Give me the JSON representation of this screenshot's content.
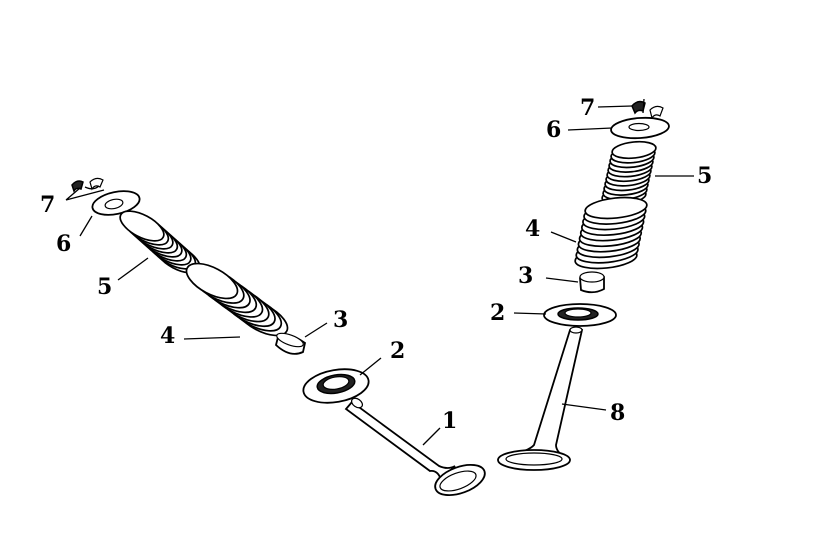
{
  "colors": {
    "ink": "#000000",
    "paper": "#ffffff"
  },
  "callouts": {
    "left": {
      "n7": "7",
      "n6": "6",
      "n5": "5",
      "n4": "4",
      "n3": "3",
      "n2": "2",
      "n1": "1"
    },
    "right": {
      "n7": "7",
      "n6": "6",
      "n5": "5",
      "n4": "4",
      "n3": "3",
      "n2": "2",
      "n8": "8"
    }
  }
}
